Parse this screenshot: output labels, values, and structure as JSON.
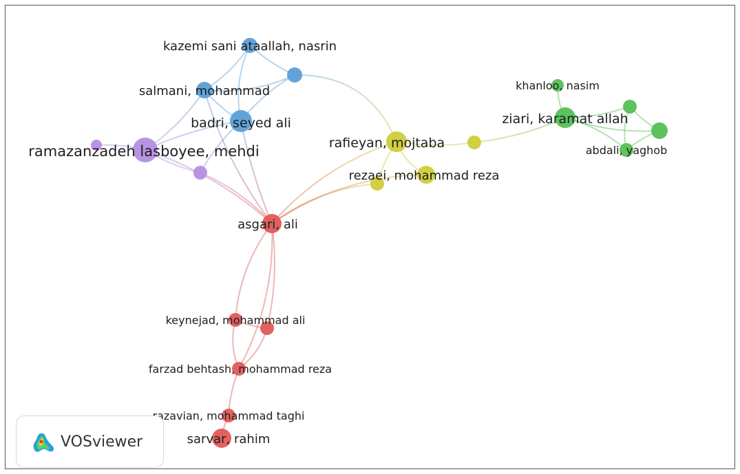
{
  "brand": {
    "name": "VOSviewer",
    "logo_icon": "vosviewer-heatmap-logo-icon"
  },
  "colors": {
    "red": "#e05a5a",
    "blue": "#5a9fd8",
    "green": "#55bf55",
    "yellow": "#cfcc3a",
    "purple": "#b48ee0"
  },
  "clusters": [
    {
      "id": "red",
      "color": "#e05a5a"
    },
    {
      "id": "blue",
      "color": "#5a9fd8"
    },
    {
      "id": "green",
      "color": "#55bf55"
    },
    {
      "id": "yellow",
      "color": "#cfcc3a"
    },
    {
      "id": "purple",
      "color": "#b48ee0"
    }
  ],
  "nodes": [
    {
      "id": "kazemi",
      "label": "kazemi sani ataallah, nasrin",
      "cluster": "blue"
    },
    {
      "id": "blue_unl",
      "label": "",
      "cluster": "blue"
    },
    {
      "id": "salmani",
      "label": "salmani, mohammad",
      "cluster": "blue"
    },
    {
      "id": "badri",
      "label": "badri, seyed ali",
      "cluster": "blue"
    },
    {
      "id": "ramazan",
      "label": "ramazanzadeh lasboyee, mehdi",
      "cluster": "purple"
    },
    {
      "id": "purple_a",
      "label": "",
      "cluster": "purple"
    },
    {
      "id": "purple_b",
      "label": "",
      "cluster": "purple"
    },
    {
      "id": "rafieyan",
      "label": "rafieyan, mojtaba",
      "cluster": "yellow"
    },
    {
      "id": "yellow_c",
      "label": "",
      "cluster": "yellow"
    },
    {
      "id": "rezaei",
      "label": "rezaei, mohammad reza",
      "cluster": "yellow"
    },
    {
      "id": "yellow_b",
      "label": "",
      "cluster": "yellow"
    },
    {
      "id": "khanloo",
      "label": "khanloo, nasim",
      "cluster": "green"
    },
    {
      "id": "ziari",
      "label": "ziari, karamat allah",
      "cluster": "green"
    },
    {
      "id": "green_a",
      "label": "",
      "cluster": "green"
    },
    {
      "id": "green_b",
      "label": "",
      "cluster": "green"
    },
    {
      "id": "abdali",
      "label": "abdali, yaghob",
      "cluster": "green"
    },
    {
      "id": "asgari",
      "label": "asgari, ali",
      "cluster": "red"
    },
    {
      "id": "keynejad",
      "label": "keynejad, mohammad ali",
      "cluster": "red"
    },
    {
      "id": "red_b",
      "label": "",
      "cluster": "red"
    },
    {
      "id": "farzad",
      "label": "farzad behtash, mohammad reza",
      "cluster": "red"
    },
    {
      "id": "razavian",
      "label": "razavian, mohammad taghi",
      "cluster": "red"
    },
    {
      "id": "sarvar",
      "label": "sarvar, rahim",
      "cluster": "red"
    }
  ],
  "links": [
    {
      "source": "kazemi",
      "target": "salmani"
    },
    {
      "source": "kazemi",
      "target": "blue_unl"
    },
    {
      "source": "kazemi",
      "target": "badri"
    },
    {
      "source": "salmani",
      "target": "blue_unl"
    },
    {
      "source": "salmani",
      "target": "badri"
    },
    {
      "source": "badri",
      "target": "blue_unl"
    },
    {
      "source": "blue_unl",
      "target": "rafieyan"
    },
    {
      "source": "salmani",
      "target": "ramazan"
    },
    {
      "source": "badri",
      "target": "ramazan"
    },
    {
      "source": "badri",
      "target": "purple_b"
    },
    {
      "source": "salmani",
      "target": "asgari"
    },
    {
      "source": "badri",
      "target": "asgari"
    },
    {
      "source": "ramazan",
      "target": "purple_a"
    },
    {
      "source": "ramazan",
      "target": "purple_b"
    },
    {
      "source": "ramazan",
      "target": "asgari"
    },
    {
      "source": "purple_b",
      "target": "asgari"
    },
    {
      "source": "rafieyan",
      "target": "asgari"
    },
    {
      "source": "rezaei",
      "target": "asgari"
    },
    {
      "source": "yellow_b",
      "target": "asgari"
    },
    {
      "source": "rafieyan",
      "target": "yellow_c"
    },
    {
      "source": "rafieyan",
      "target": "rezaei"
    },
    {
      "source": "rafieyan",
      "target": "yellow_b"
    },
    {
      "source": "yellow_c",
      "target": "ziari"
    },
    {
      "source": "ziari",
      "target": "khanloo"
    },
    {
      "source": "ziari",
      "target": "green_a"
    },
    {
      "source": "ziari",
      "target": "green_b"
    },
    {
      "source": "ziari",
      "target": "abdali"
    },
    {
      "source": "green_a",
      "target": "green_b"
    },
    {
      "source": "green_a",
      "target": "abdali"
    },
    {
      "source": "green_b",
      "target": "abdali"
    },
    {
      "source": "asgari",
      "target": "keynejad"
    },
    {
      "source": "asgari",
      "target": "red_b"
    },
    {
      "source": "asgari",
      "target": "farzad"
    },
    {
      "source": "keynejad",
      "target": "red_b"
    },
    {
      "source": "keynejad",
      "target": "farzad"
    },
    {
      "source": "red_b",
      "target": "farzad"
    },
    {
      "source": "farzad",
      "target": "razavian"
    },
    {
      "source": "razavian",
      "target": "sarvar"
    }
  ]
}
